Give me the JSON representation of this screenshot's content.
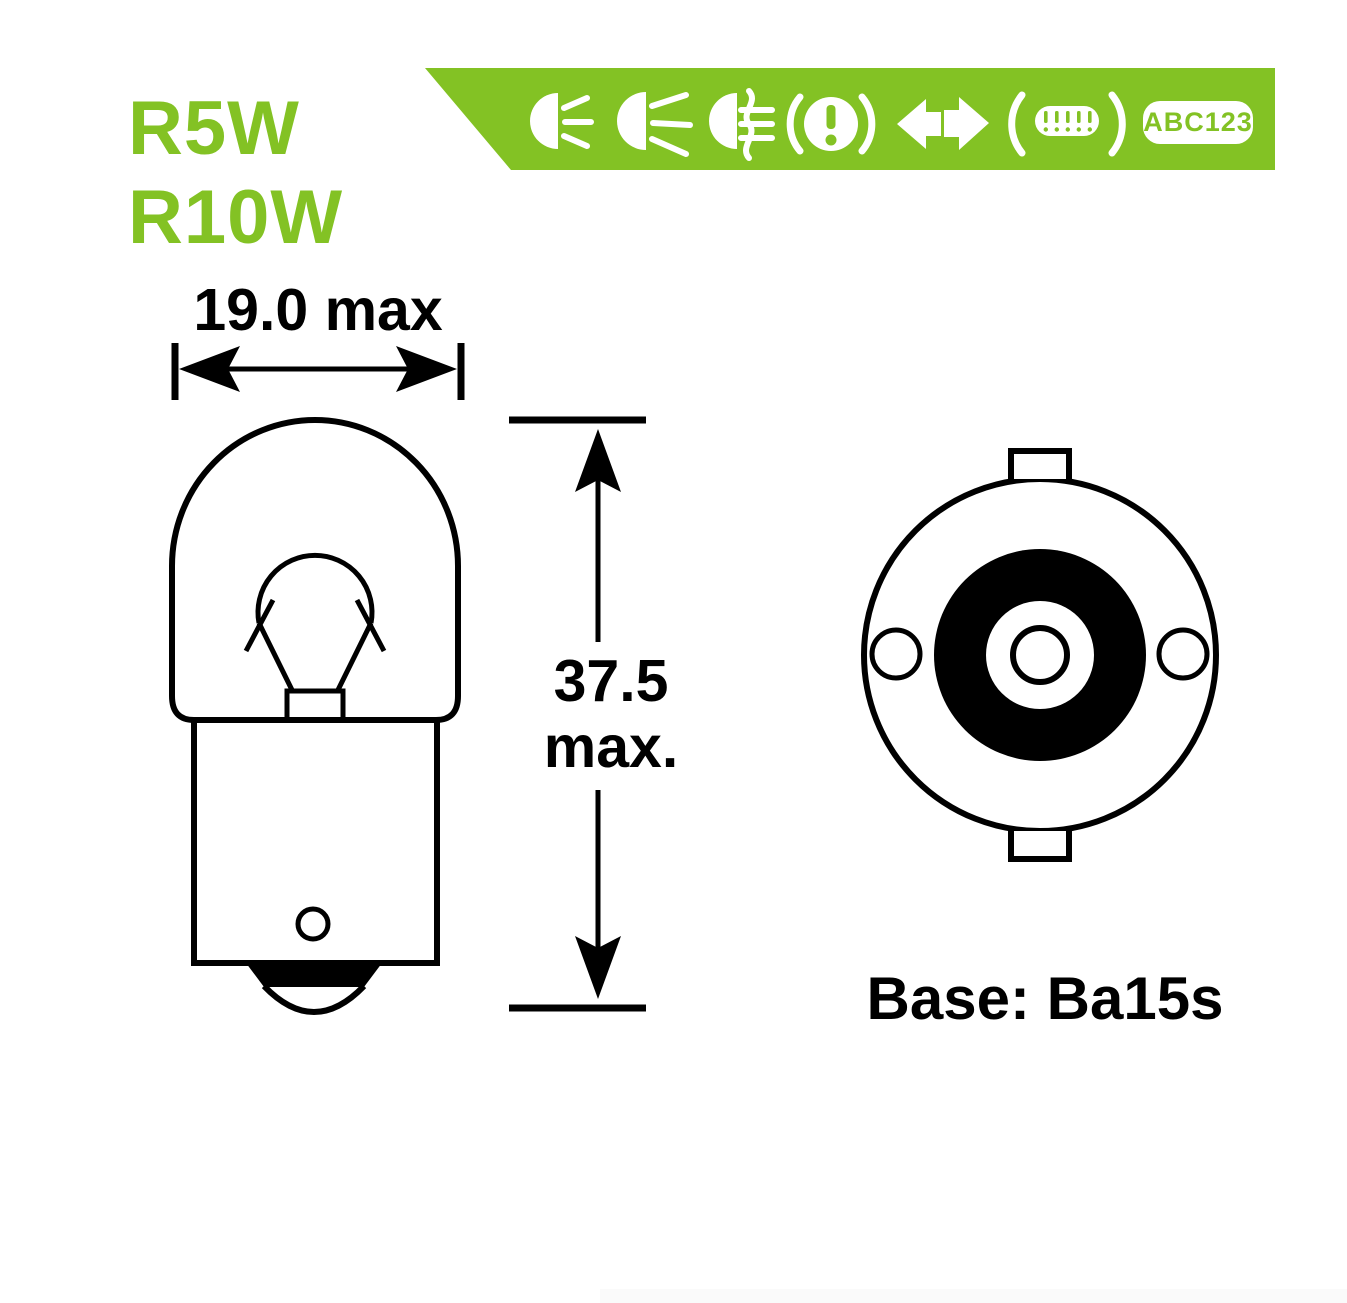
{
  "colors": {
    "accent_green": "#83C224",
    "line_black": "#000000",
    "background": "#ffffff"
  },
  "product": {
    "model_line1": "R5W",
    "model_line2": "R10W"
  },
  "banner": {
    "icons": [
      "position-light-icon",
      "low-beam-icon",
      "rear-fog-light-icon",
      "brake-warning-icon",
      "turn-signal-icon",
      "interior-light-icon",
      "number-plate-light-icon"
    ],
    "plate_label": "ABC123"
  },
  "diagram": {
    "width_dimension_label": "19.0 max",
    "height_dimension_value": "37.5",
    "height_dimension_suffix": "max.",
    "base_label": "Base: Ba15s"
  }
}
